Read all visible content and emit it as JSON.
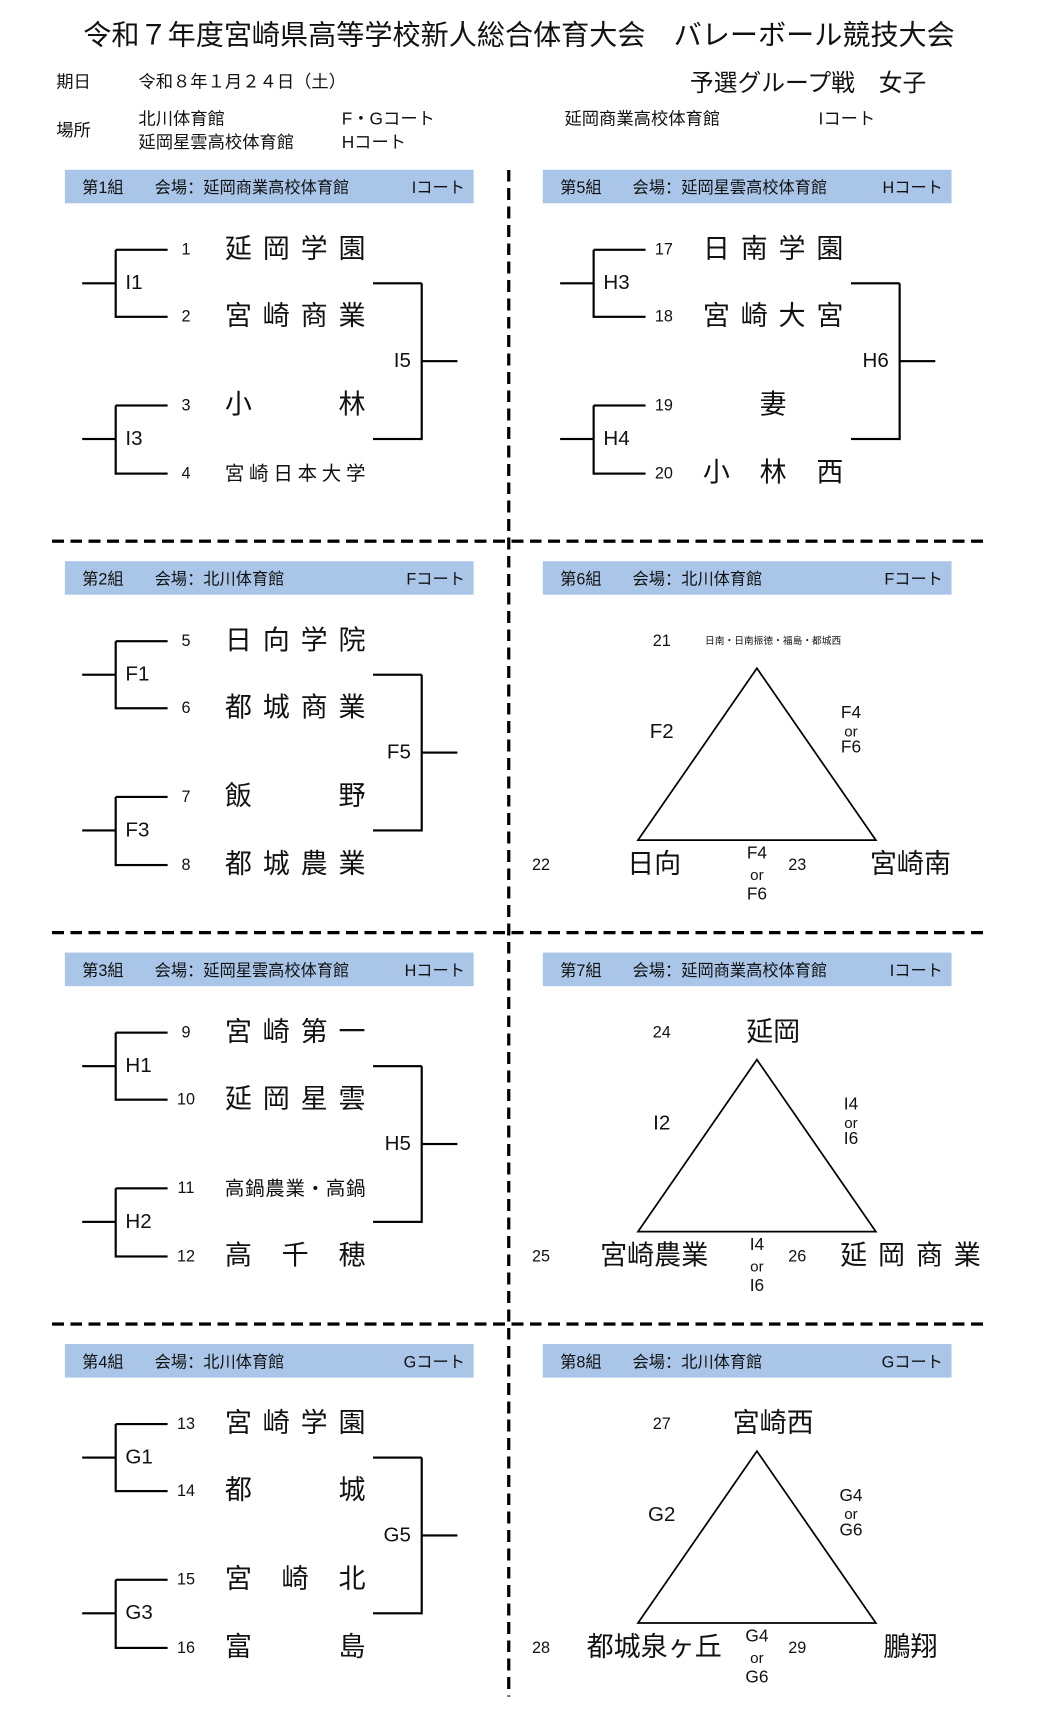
{
  "title": "令和７年度宮崎県高等学校新人総合体育大会　バレーボール競技大会",
  "subtitle": "予選グループ戦　女子",
  "date_label": "期日",
  "date": "令和８年１月２４日（土）",
  "place_label": "場所",
  "venues": [
    {
      "name": "北川体育館",
      "court": "F・Gコート"
    },
    {
      "name": "延岡星雲高校体育館",
      "court": "Hコート"
    },
    {
      "name": "延岡商業高校体育館",
      "court": "Iコート"
    }
  ],
  "blocks": [
    {
      "group": "第1組",
      "venue": "会場：延岡商業高校体育館",
      "court": "Iコート",
      "type": "bracket",
      "teams": [
        {
          "no": "1",
          "name": "延岡学園"
        },
        {
          "no": "2",
          "name": "宮崎商業"
        },
        {
          "no": "3",
          "name": "小林"
        },
        {
          "no": "4",
          "name": "宮崎日本大学",
          "small": true
        }
      ],
      "matches": [
        "I1",
        "I3",
        "I5"
      ]
    },
    {
      "group": "第2組",
      "venue": "会場：北川体育館",
      "court": "Fコート",
      "type": "bracket",
      "teams": [
        {
          "no": "5",
          "name": "日向学院"
        },
        {
          "no": "6",
          "name": "都城商業"
        },
        {
          "no": "7",
          "name": "飯野"
        },
        {
          "no": "8",
          "name": "都城農業"
        }
      ],
      "matches": [
        "F1",
        "F3",
        "F5"
      ]
    },
    {
      "group": "第3組",
      "venue": "会場：延岡星雲高校体育館",
      "court": "Hコート",
      "type": "bracket",
      "teams": [
        {
          "no": "9",
          "name": "宮崎第一"
        },
        {
          "no": "10",
          "name": "延岡星雲"
        },
        {
          "no": "11",
          "name": "高鍋農業・高鍋",
          "small": true
        },
        {
          "no": "12",
          "name": "高千穂"
        }
      ],
      "matches": [
        "H1",
        "H2",
        "H5"
      ]
    },
    {
      "group": "第4組",
      "venue": "会場：北川体育館",
      "court": "Gコート",
      "type": "bracket",
      "teams": [
        {
          "no": "13",
          "name": "宮崎学園"
        },
        {
          "no": "14",
          "name": "都城"
        },
        {
          "no": "15",
          "name": "宮崎北"
        },
        {
          "no": "16",
          "name": "富島"
        }
      ],
      "matches": [
        "G1",
        "G3",
        "G5"
      ]
    },
    {
      "group": "第5組",
      "venue": "会場：延岡星雲高校体育館",
      "court": "Hコート",
      "type": "bracket",
      "teams": [
        {
          "no": "17",
          "name": "日南学園"
        },
        {
          "no": "18",
          "name": "宮崎大宮"
        },
        {
          "no": "19",
          "name": "妻"
        },
        {
          "no": "20",
          "name": "小林西"
        }
      ],
      "matches": [
        "H3",
        "H4",
        "H6"
      ]
    },
    {
      "group": "第6組",
      "venue": "会場：北川体育館",
      "court": "Fコート",
      "type": "triangle",
      "top": {
        "no": "21",
        "name": "日南・日南振徳・福島・都城西",
        "small": true
      },
      "left": {
        "no": "22",
        "name": "日向"
      },
      "right": {
        "no": "23",
        "name": "宮崎南"
      },
      "left_label": [
        "F2"
      ],
      "right_label": [
        "F4",
        "or",
        "F6"
      ],
      "bottom_label": [
        "F4",
        "or",
        "F6"
      ]
    },
    {
      "group": "第7組",
      "venue": "会場：延岡商業高校体育館",
      "court": "Iコート",
      "type": "triangle",
      "top": {
        "no": "24",
        "name": "延岡"
      },
      "left": {
        "no": "25",
        "name": "宮崎農業"
      },
      "right": {
        "no": "26",
        "name": "延岡商業",
        "spread": true
      },
      "left_label": [
        "I2"
      ],
      "right_label": [
        "I4",
        "or",
        "I6"
      ],
      "bottom_label": [
        "I4",
        "or",
        "I6"
      ]
    },
    {
      "group": "第8組",
      "venue": "会場：北川体育館",
      "court": "Gコート",
      "type": "triangle",
      "top": {
        "no": "27",
        "name": "宮崎西"
      },
      "left": {
        "no": "28",
        "name": "都城泉ヶ丘"
      },
      "right": {
        "no": "29",
        "name": "鵬翔"
      },
      "left_label": [
        "G2"
      ],
      "right_label": [
        "G4",
        "or",
        "G6"
      ],
      "bottom_label": [
        "G4",
        "or",
        "G6"
      ]
    }
  ]
}
